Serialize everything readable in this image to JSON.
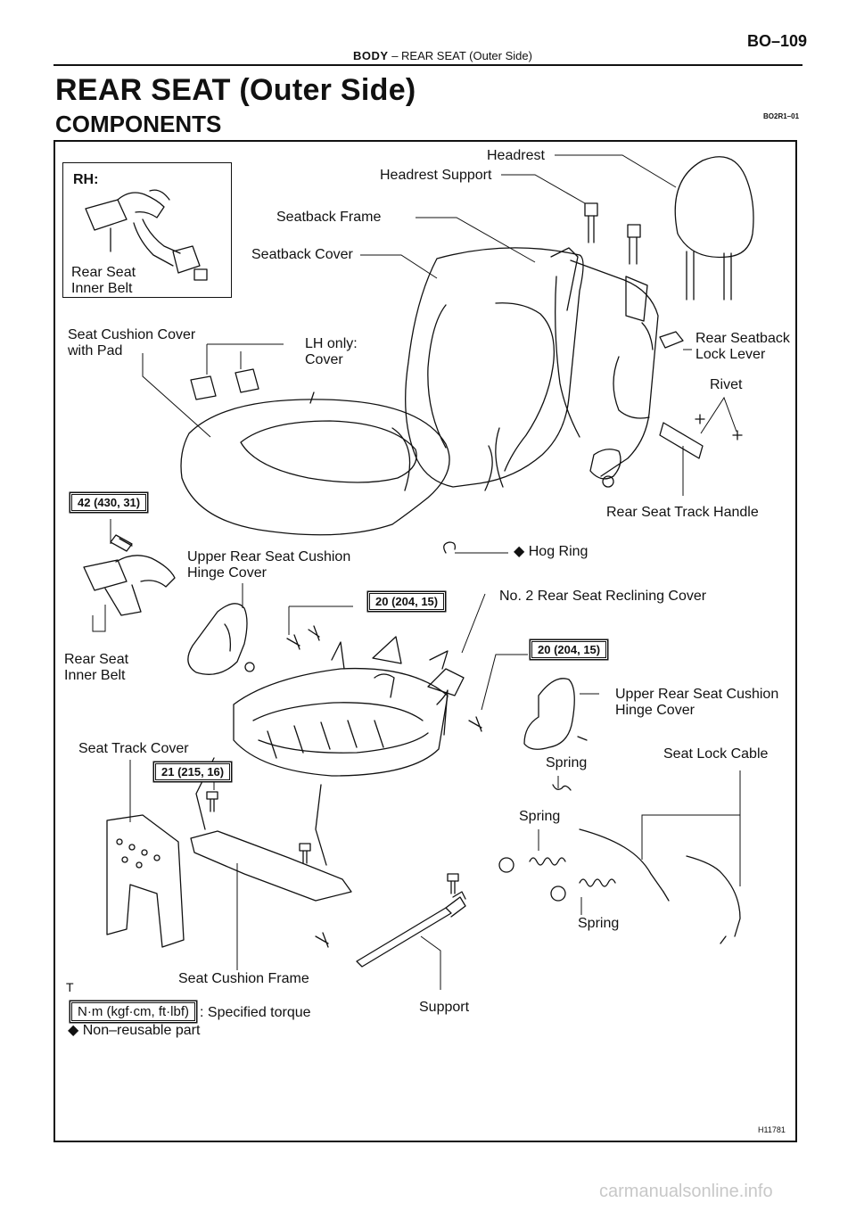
{
  "header": {
    "section": "BODY",
    "separator": "–",
    "subsection": "REAR SEAT (Outer Side)",
    "page_number": "BO–109"
  },
  "title": "REAR SEAT (Outer Side)",
  "subtitle": "COMPONENTS",
  "doc_code": "BO2R1–01",
  "figure_code": "H11781",
  "corner_letter": "T",
  "watermark": "carmanualsonline.info",
  "inset": {
    "heading": "RH:",
    "label_line1": "Rear Seat",
    "label_line2": "Inner Belt"
  },
  "labels": {
    "headrest": "Headrest",
    "headrest_support": "Headrest Support",
    "seatback_frame": "Seatback Frame",
    "seatback_cover": "Seatback Cover",
    "seat_cushion_cover_1": "Seat Cushion Cover",
    "seat_cushion_cover_2": "with Pad",
    "lh_only_1": "LH only:",
    "lh_only_2": "Cover",
    "rear_seatback_lock_1": "Rear Seatback",
    "rear_seatback_lock_2": "Lock Lever",
    "rivet": "Rivet",
    "rear_seat_track_handle": "Rear Seat Track Handle",
    "upper_hinge_left_1": "Upper Rear Seat Cushion",
    "upper_hinge_left_2": "Hinge Cover",
    "hog_ring": "◆ Hog Ring",
    "no2_reclining_cover": "No. 2 Rear Seat Reclining Cover",
    "rear_seat_inner_belt_1": "Rear Seat",
    "rear_seat_inner_belt_2": "Inner Belt",
    "upper_hinge_right_1": "Upper Rear Seat Cushion",
    "upper_hinge_right_2": "Hinge Cover",
    "seat_track_cover": "Seat Track Cover",
    "seat_lock_cable": "Seat Lock Cable",
    "spring_1": "Spring",
    "spring_2": "Spring",
    "spring_3": "Spring",
    "seat_cushion_frame": "Seat Cushion Frame",
    "support": "Support"
  },
  "torque_specs": {
    "t1": "42 (430, 31)",
    "t2": "20 (204, 15)",
    "t3": "20 (204, 15)",
    "t4": "21 (215, 16)"
  },
  "legend": {
    "torque_unit": "N·m (kgf·cm, ft·lbf)",
    "torque_text": ": Specified torque",
    "non_reusable": "◆ Non–reusable part"
  }
}
